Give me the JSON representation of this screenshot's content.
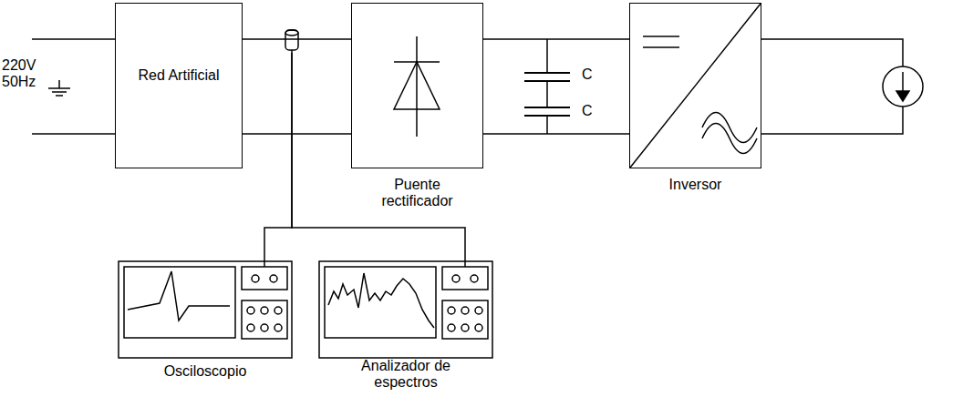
{
  "diagram": {
    "nodes": [
      {
        "text": [
          "Red Artificial"
        ]
      },
      {
        "text": [
          "Puente rectificador"
        ]
      },
      {
        "text": [
          "Inversor"
        ]
      },
      {
        "text": [
          "Osciloscopio"
        ]
      },
      {
        "text": [
          "Analizador de espectros"
        ]
      }
    ],
    "edges": [
      {
        "from": 0,
        "to": 1,
        "arrow": "none"
      },
      {
        "from": 0,
        "to": 1,
        "arrow": "none"
      },
      {
        "from": 1,
        "to": 2,
        "arrow": "none"
      },
      {
        "from": 1,
        "to": 2,
        "arrow": "none"
      },
      {
        "from": 0,
        "to": 3,
        "arrow": "none"
      },
      {
        "from": 0,
        "to": 4,
        "arrow": "none"
      }
    ],
    "labels": [
      "220V 50Hz",
      "C",
      "C"
    ]
  }
}
